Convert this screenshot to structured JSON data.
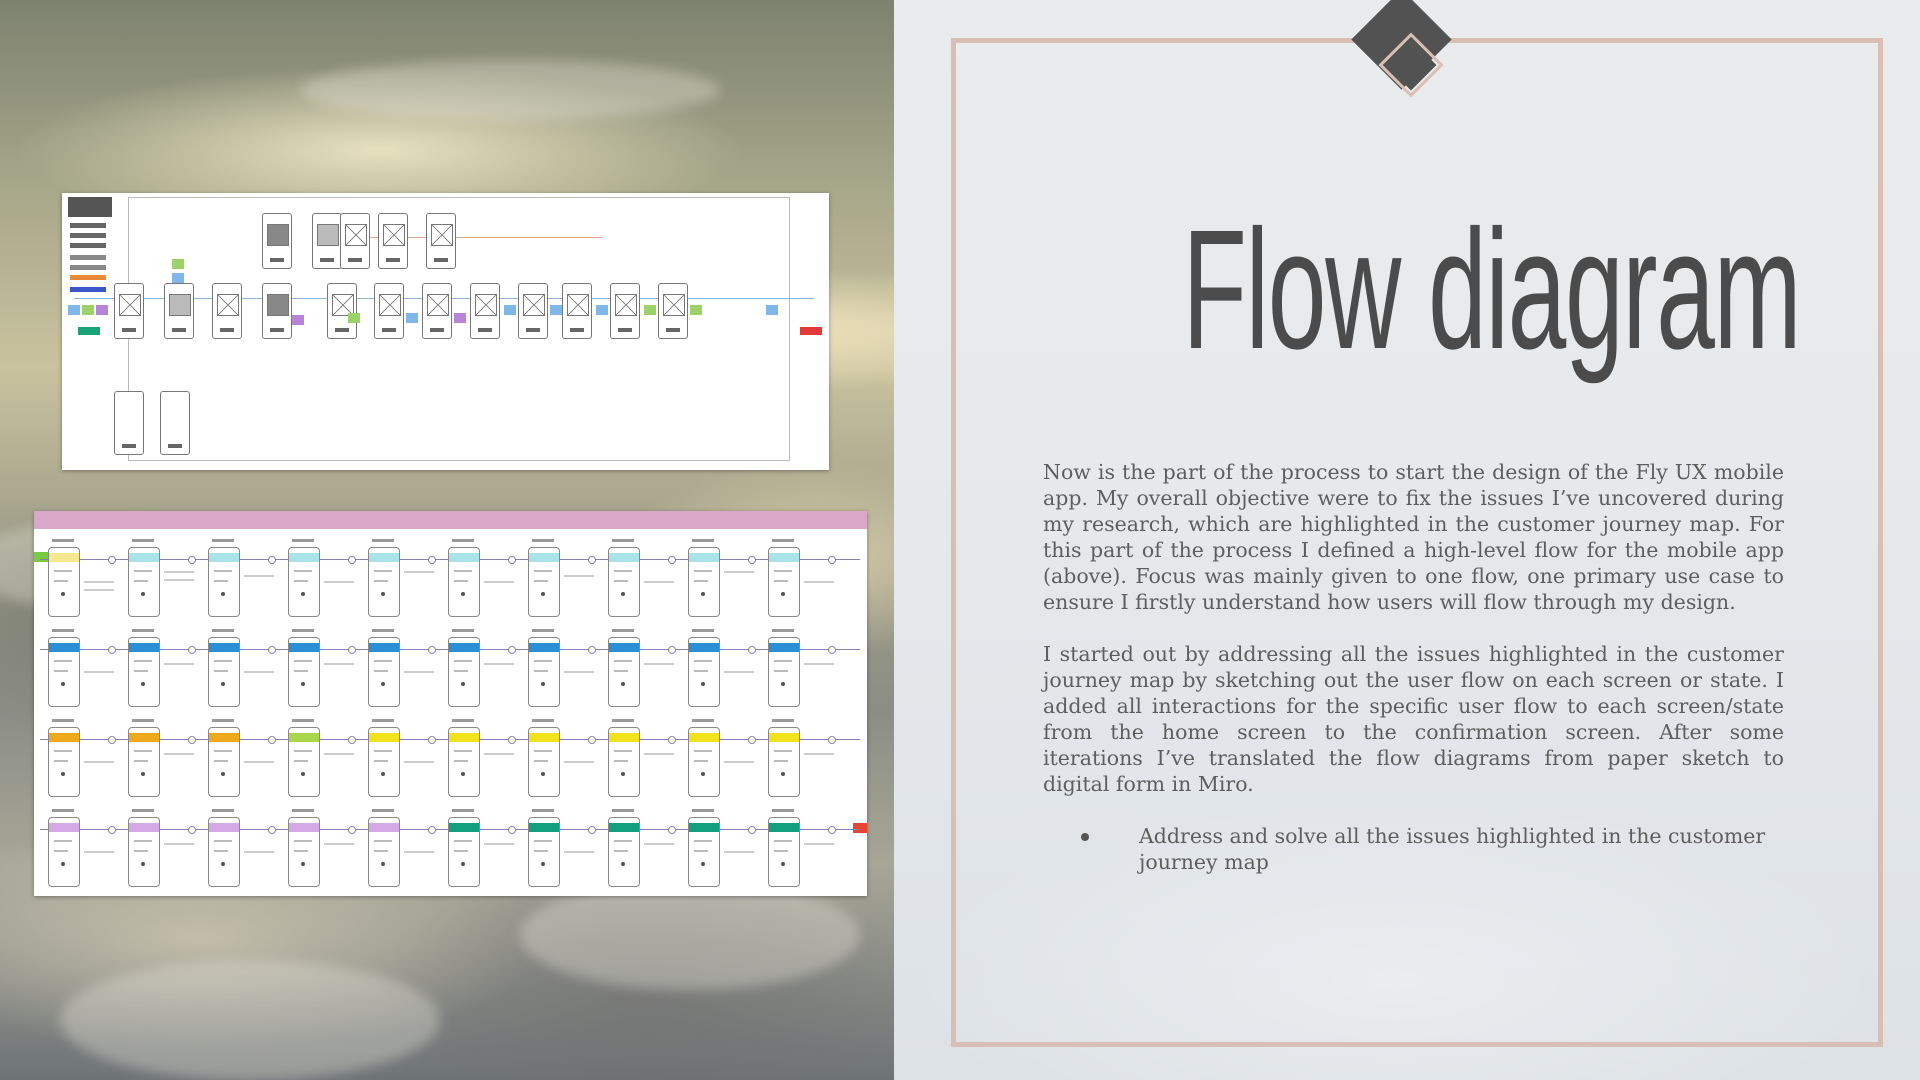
{
  "slide": {
    "title": "Flow diagram",
    "paragraphs": [
      "Now is the part of the process to start the design of the Fly UX mobile app. My overall objective were to fix the issues I’ve uncovered during my research, which are highlighted in the customer journey map. For this part of the process I defined a high-level flow for the mobile app (above). Focus was mainly given to one flow, one primary use case to ensure I firstly understand how users will flow through my design.",
      "I started out by addressing all the issues highlighted in the customer journey map by sketching out the user flow on each screen or state. I added all interactions for the specific user flow to each screen/state from the home screen to the confirmation screen. After some iterations I’ve translated the flow diagrams from paper sketch to digital form in Miro."
    ],
    "bullets": [
      "Address and solve all the issues highlighted in the customer journey map"
    ]
  },
  "colors": {
    "title": "#4b4b4b",
    "text": "#5e5e5e",
    "frame": "#d9bfb3",
    "diamond": "#525252",
    "diagram_header": "#d9a7c7",
    "row_colors": [
      "#a8e4ea",
      "#2b8fd6",
      "#f2d21b",
      "#d4a9e6"
    ]
  },
  "images": {
    "high_level_flow": "flow-diagram-screenshot",
    "detailed_flow": "flow-diagram-mobile-screenshot"
  }
}
